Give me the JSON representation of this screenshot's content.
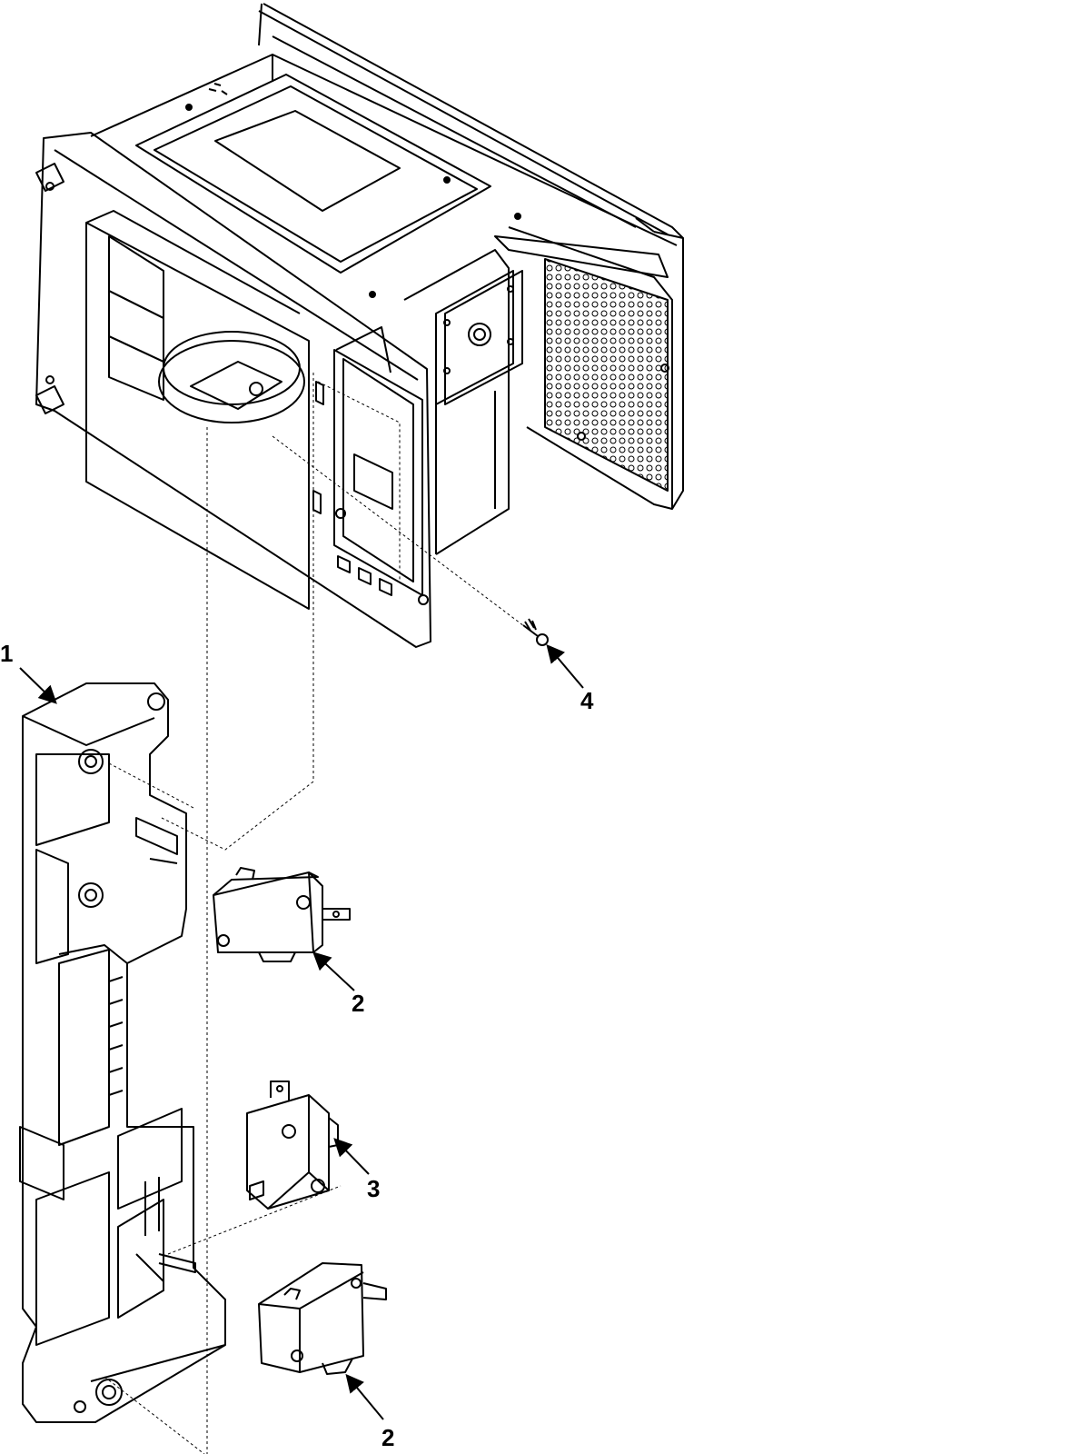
{
  "callouts": {
    "latch_board": "1",
    "primary_switch": "2",
    "monitor_switch": "3",
    "screw": "4",
    "secondary_switch": "2"
  }
}
